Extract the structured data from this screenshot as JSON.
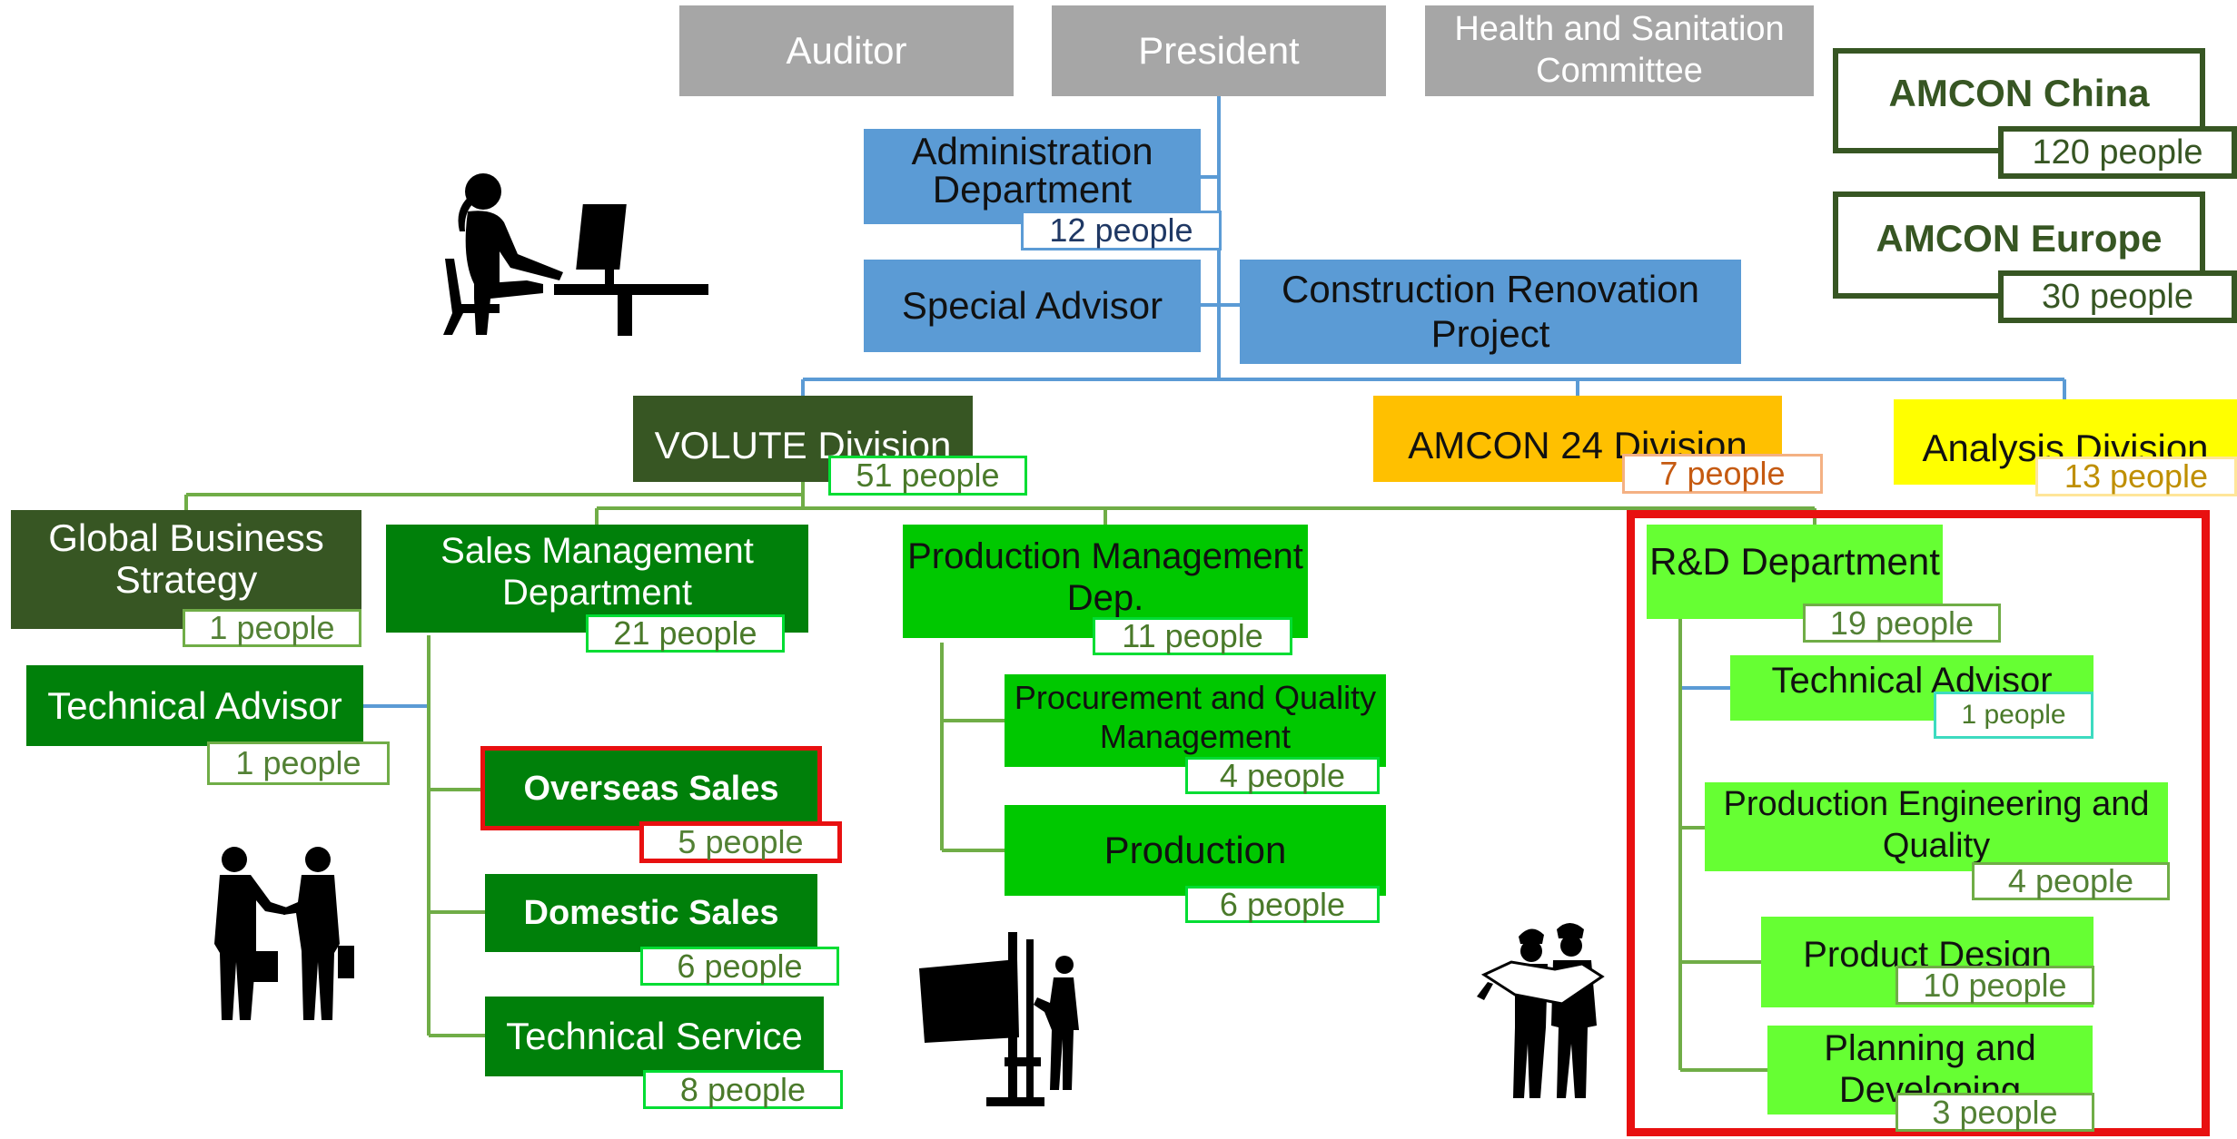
{
  "top": {
    "auditor": "Auditor",
    "president": "President",
    "health_committee": "Health and Sanitation Committee"
  },
  "staff": {
    "administration": {
      "label": "Administration Department",
      "count": "12 people"
    },
    "special_advisor": "Special Advisor",
    "construction": "Construction Renovation Project"
  },
  "affiliates": [
    {
      "name": "AMCON China",
      "count": "120 people"
    },
    {
      "name": "AMCON Europe",
      "count": "30 people"
    }
  ],
  "divisions": {
    "volute": {
      "label": "VOLUTE Division",
      "count": "51 people"
    },
    "amcon24": {
      "label": "AMCON 24 Division",
      "count": "7 people"
    },
    "analysis": {
      "label": "Analysis Division",
      "count": "13 people"
    }
  },
  "volute_units": {
    "global_business": {
      "label": "Global Business Strategy",
      "count": "1 people"
    },
    "technical_advisor": {
      "label": "Technical Advisor",
      "count": "1 people"
    },
    "sales_management": {
      "label": "Sales Management Department",
      "count": "21 people"
    },
    "overseas_sales": {
      "label": "Overseas Sales",
      "count": "5 people"
    },
    "domestic_sales": {
      "label": "Domestic Sales",
      "count": "6 people"
    },
    "technical_service": {
      "label": "Technical Service",
      "count": "8 people"
    },
    "production_management": {
      "label": "Production Management Dep.",
      "count": "11 people"
    },
    "procurement": {
      "label": "Procurement and Quality Management",
      "count": "4 people"
    },
    "production": {
      "label": "Production",
      "count": "6 people"
    }
  },
  "rnd": {
    "department": {
      "label": "R&D Department",
      "count": "19 people"
    },
    "technical_advisor": {
      "label": "Technical Advisor",
      "count": "1 people"
    },
    "production_engineering": {
      "label": "Production Engineering and Quality",
      "count": "4 people"
    },
    "product_design": {
      "label": "Product Design",
      "count": "10 people"
    },
    "planning": {
      "label": "Planning and Developing",
      "count": "3 people"
    }
  },
  "colors": {
    "executive_gray": "#a6a6a6",
    "staff_blue": "#5b9bd5",
    "volute_dark_green": "#375623",
    "sales_green": "#00800a",
    "production_green": "#00c800",
    "rnd_lime": "#66ff33",
    "amcon24_orange": "#ffc000",
    "analysis_yellow": "#ffff00",
    "highlight_red": "#e81010"
  },
  "icons": [
    "office-worker-silhouette-icon",
    "handshake-silhouette-icon",
    "forklift-worker-silhouette-icon",
    "engineers-blueprint-silhouette-icon"
  ]
}
